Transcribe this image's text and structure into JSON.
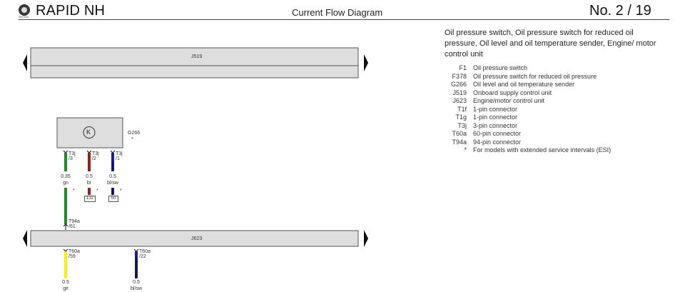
{
  "header": {
    "brand": "RAPID NH",
    "brand_small": "ŠKODA",
    "doc_type": "Current Flow Diagram",
    "page": "No.  2 /  19"
  },
  "description": "Oil pressure switch, Oil pressure switch for reduced oil pressure, Oil level and oil temperature sender, Engine/ motor control unit",
  "legend": [
    {
      "code": "F1",
      "text": "Oil pressure switch"
    },
    {
      "code": "F378",
      "text": "Oil pressure switch for reduced oil pressure"
    },
    {
      "code": "G266",
      "text": "Oil level and oil temperature sender"
    },
    {
      "code": "J519",
      "text": "Onboard supply control unit"
    },
    {
      "code": "J623",
      "text": "Engine/motor control unit"
    },
    {
      "code": "T1f",
      "text": "1-pin connector"
    },
    {
      "code": "T1g",
      "text": "1-pin connector"
    },
    {
      "code": "T3j",
      "text": "3-pin connector"
    },
    {
      "code": "T60a",
      "text": "60-pin connector"
    },
    {
      "code": "T94a",
      "text": "94-pin connector"
    },
    {
      "code": "*",
      "text": "For models with extended service intervals (ESI)"
    }
  ],
  "diagram": {
    "j519_label": "J519",
    "j623_label": "J623",
    "g266_label": "G266",
    "g266_star": "*",
    "g266_symbol": "K",
    "colors": {
      "green": "#1f8a2a",
      "brown": "#9b1d1d",
      "blue_black": "#1a1aa8",
      "yellow": "#f2f21a",
      "black": "#111111"
    },
    "g266_pins": [
      {
        "connector": "T3j",
        "pin": "/3",
        "size": "0.35",
        "color": "gn"
      },
      {
        "connector": "T3j",
        "pin": "/2",
        "size": "0.5",
        "color": "br"
      },
      {
        "connector": "T3j",
        "pin": "/1",
        "size": "0.5",
        "color": "bl/sw"
      }
    ],
    "continuations": [
      "132",
      "50"
    ],
    "stars": [
      "*",
      "*",
      "*"
    ],
    "t94a": {
      "connector": "T94a",
      "pin": "/61"
    },
    "j623_outputs": [
      {
        "connector": "T60a",
        "pin": "/59",
        "size": "0.5",
        "color": "ge"
      },
      {
        "connector": "T60a",
        "pin": "/22",
        "size": "0.5",
        "color": "bl/sw"
      }
    ]
  }
}
